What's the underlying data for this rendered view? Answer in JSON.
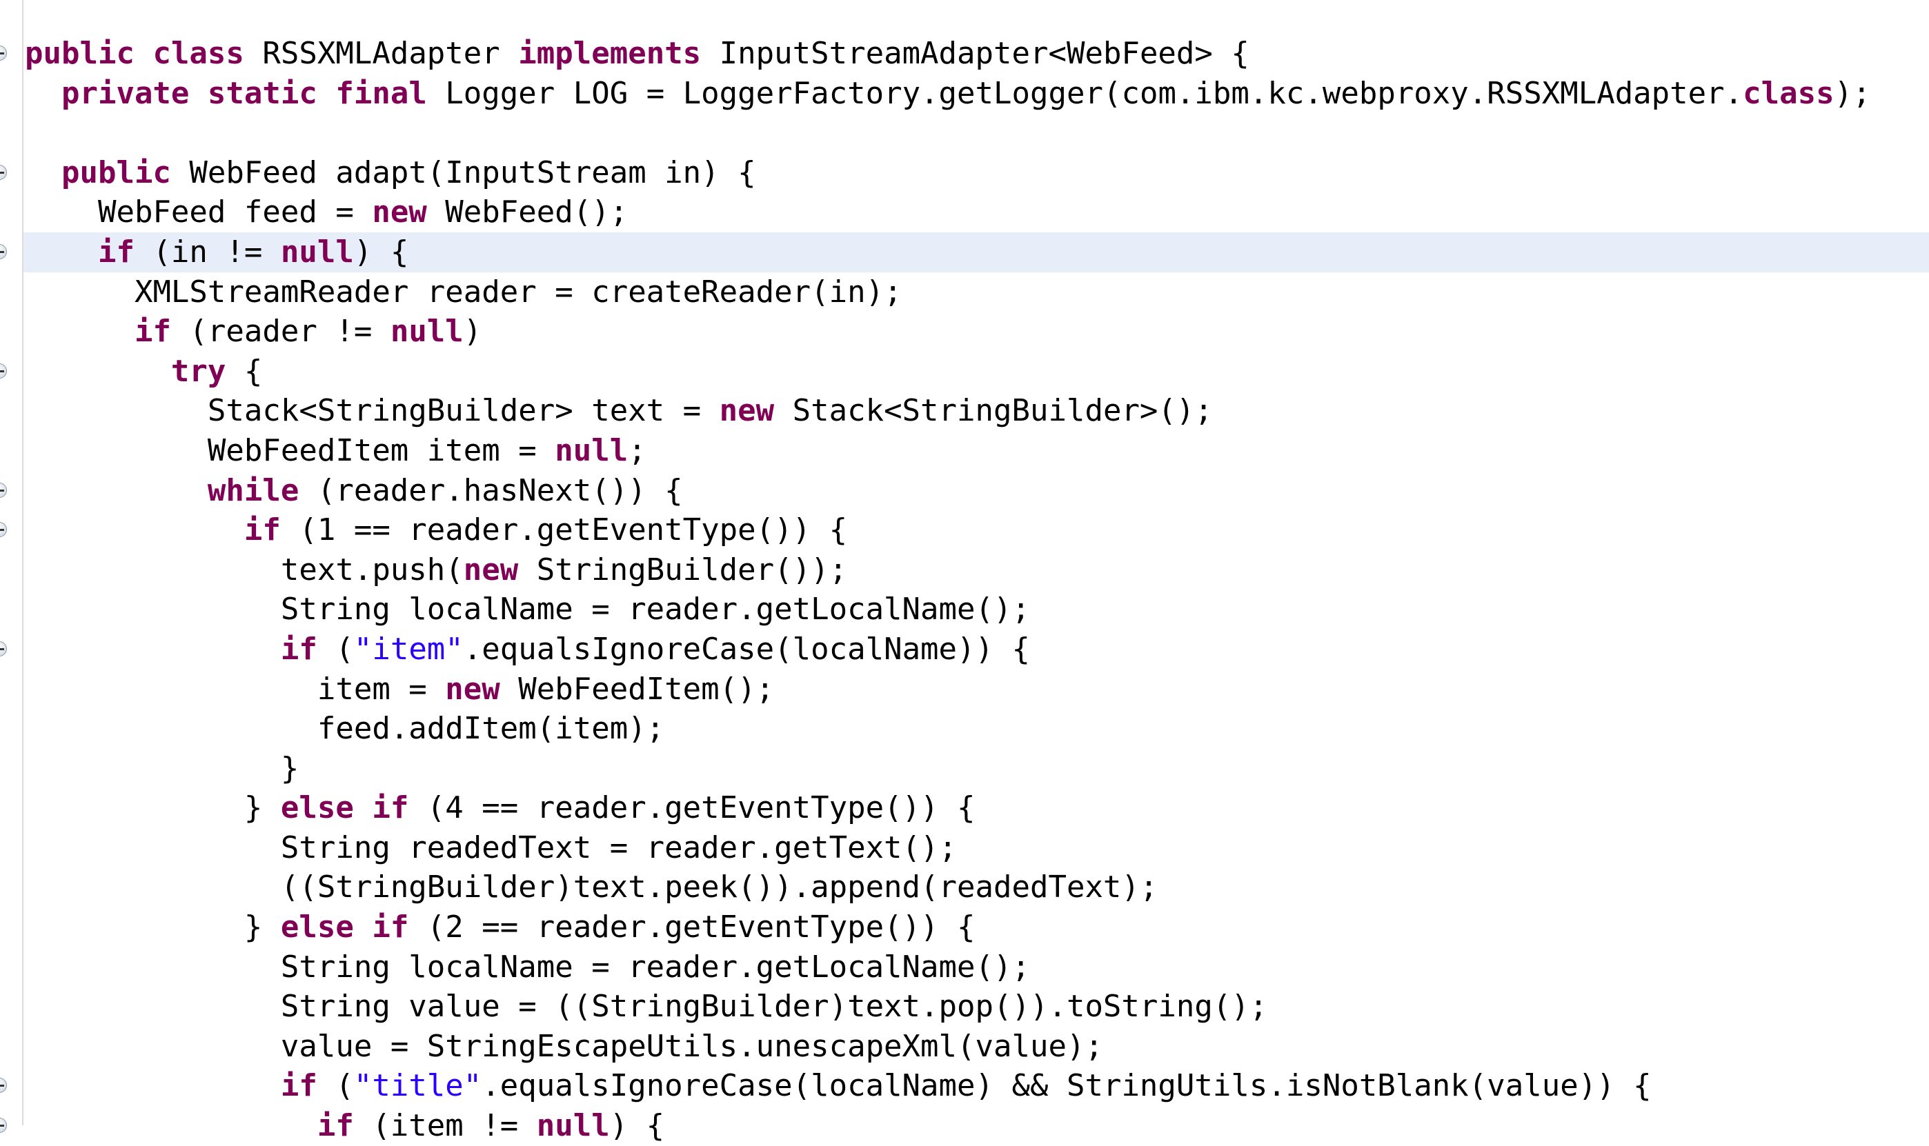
{
  "editor": {
    "current_line": 5,
    "colors": {
      "keyword": "#7f0055",
      "string": "#2a00ff",
      "current_line_bg": "#e8eef9"
    },
    "lines": [
      {
        "indent": 0,
        "fold": true,
        "tokens": [
          [
            "k",
            "public"
          ],
          [
            "p",
            " "
          ],
          [
            "k",
            "class"
          ],
          [
            "p",
            " RSSXMLAdapter "
          ],
          [
            "k",
            "implements"
          ],
          [
            "p",
            " InputStreamAdapter<WebFeed> {"
          ]
        ]
      },
      {
        "indent": 1,
        "fold": false,
        "tokens": [
          [
            "k",
            "private"
          ],
          [
            "p",
            " "
          ],
          [
            "k",
            "static"
          ],
          [
            "p",
            " "
          ],
          [
            "k",
            "final"
          ],
          [
            "p",
            " Logger LOG = LoggerFactory.getLogger(com.ibm.kc.webproxy.RSSXMLAdapter."
          ],
          [
            "k",
            "class"
          ],
          [
            "p",
            ");"
          ]
        ]
      },
      {
        "indent": 0,
        "fold": false,
        "tokens": []
      },
      {
        "indent": 1,
        "fold": true,
        "tokens": [
          [
            "k",
            "public"
          ],
          [
            "p",
            " WebFeed adapt(InputStream in) {"
          ]
        ]
      },
      {
        "indent": 2,
        "fold": false,
        "tokens": [
          [
            "p",
            "WebFeed feed = "
          ],
          [
            "k",
            "new"
          ],
          [
            "p",
            " WebFeed();"
          ]
        ]
      },
      {
        "indent": 2,
        "fold": true,
        "tokens": [
          [
            "k",
            "if"
          ],
          [
            "p",
            " (in != "
          ],
          [
            "k",
            "null"
          ],
          [
            "p",
            ") {"
          ]
        ]
      },
      {
        "indent": 3,
        "fold": false,
        "tokens": [
          [
            "p",
            "XMLStreamReader reader = createReader(in);"
          ]
        ]
      },
      {
        "indent": 3,
        "fold": false,
        "tokens": [
          [
            "k",
            "if"
          ],
          [
            "p",
            " (reader != "
          ],
          [
            "k",
            "null"
          ],
          [
            "p",
            ")"
          ]
        ]
      },
      {
        "indent": 4,
        "fold": true,
        "tokens": [
          [
            "k",
            "try"
          ],
          [
            "p",
            " {"
          ]
        ]
      },
      {
        "indent": 5,
        "fold": false,
        "tokens": [
          [
            "p",
            "Stack<StringBuilder> text = "
          ],
          [
            "k",
            "new"
          ],
          [
            "p",
            " Stack<StringBuilder>();"
          ]
        ]
      },
      {
        "indent": 5,
        "fold": false,
        "tokens": [
          [
            "p",
            "WebFeedItem item = "
          ],
          [
            "k",
            "null"
          ],
          [
            "p",
            ";"
          ]
        ]
      },
      {
        "indent": 5,
        "fold": true,
        "tokens": [
          [
            "k",
            "while"
          ],
          [
            "p",
            " (reader.hasNext()) {"
          ]
        ]
      },
      {
        "indent": 6,
        "fold": true,
        "tokens": [
          [
            "k",
            "if"
          ],
          [
            "p",
            " (1 == reader.getEventType()) {"
          ]
        ]
      },
      {
        "indent": 7,
        "fold": false,
        "tokens": [
          [
            "p",
            "text.push("
          ],
          [
            "k",
            "new"
          ],
          [
            "p",
            " StringBuilder());"
          ]
        ]
      },
      {
        "indent": 7,
        "fold": false,
        "tokens": [
          [
            "p",
            "String localName = reader.getLocalName();"
          ]
        ]
      },
      {
        "indent": 7,
        "fold": true,
        "tokens": [
          [
            "k",
            "if"
          ],
          [
            "p",
            " ("
          ],
          [
            "s",
            "\"item\""
          ],
          [
            "p",
            ".equalsIgnoreCase(localName)) {"
          ]
        ]
      },
      {
        "indent": 8,
        "fold": false,
        "tokens": [
          [
            "p",
            "item = "
          ],
          [
            "k",
            "new"
          ],
          [
            "p",
            " WebFeedItem();"
          ]
        ]
      },
      {
        "indent": 8,
        "fold": false,
        "tokens": [
          [
            "p",
            "feed.addItem(item);"
          ]
        ]
      },
      {
        "indent": 7,
        "fold": false,
        "tokens": [
          [
            "p",
            "}"
          ]
        ]
      },
      {
        "indent": 6,
        "fold": false,
        "tokens": [
          [
            "p",
            "} "
          ],
          [
            "k",
            "else"
          ],
          [
            "p",
            " "
          ],
          [
            "k",
            "if"
          ],
          [
            "p",
            " (4 == reader.getEventType()) {"
          ]
        ]
      },
      {
        "indent": 7,
        "fold": false,
        "tokens": [
          [
            "p",
            "String readedText = reader.getText();"
          ]
        ]
      },
      {
        "indent": 7,
        "fold": false,
        "tokens": [
          [
            "p",
            "((StringBuilder)text.peek()).append(readedText);"
          ]
        ]
      },
      {
        "indent": 6,
        "fold": false,
        "tokens": [
          [
            "p",
            "} "
          ],
          [
            "k",
            "else"
          ],
          [
            "p",
            " "
          ],
          [
            "k",
            "if"
          ],
          [
            "p",
            " (2 == reader.getEventType()) {"
          ]
        ]
      },
      {
        "indent": 7,
        "fold": false,
        "tokens": [
          [
            "p",
            "String localName = reader.getLocalName();"
          ]
        ]
      },
      {
        "indent": 7,
        "fold": false,
        "tokens": [
          [
            "p",
            "String value = ((StringBuilder)text.pop()).toString();"
          ]
        ]
      },
      {
        "indent": 7,
        "fold": false,
        "tokens": [
          [
            "p",
            "value = StringEscapeUtils.unescapeXml(value);"
          ]
        ]
      },
      {
        "indent": 7,
        "fold": true,
        "tokens": [
          [
            "k",
            "if"
          ],
          [
            "p",
            " ("
          ],
          [
            "s",
            "\"title\""
          ],
          [
            "p",
            ".equalsIgnoreCase(localName) && StringUtils.isNotBlank(value)) {"
          ]
        ]
      },
      {
        "indent": 8,
        "fold": true,
        "tokens": [
          [
            "k",
            "if"
          ],
          [
            "p",
            " (item != "
          ],
          [
            "k",
            "null"
          ],
          [
            "p",
            ") {"
          ]
        ]
      }
    ]
  }
}
